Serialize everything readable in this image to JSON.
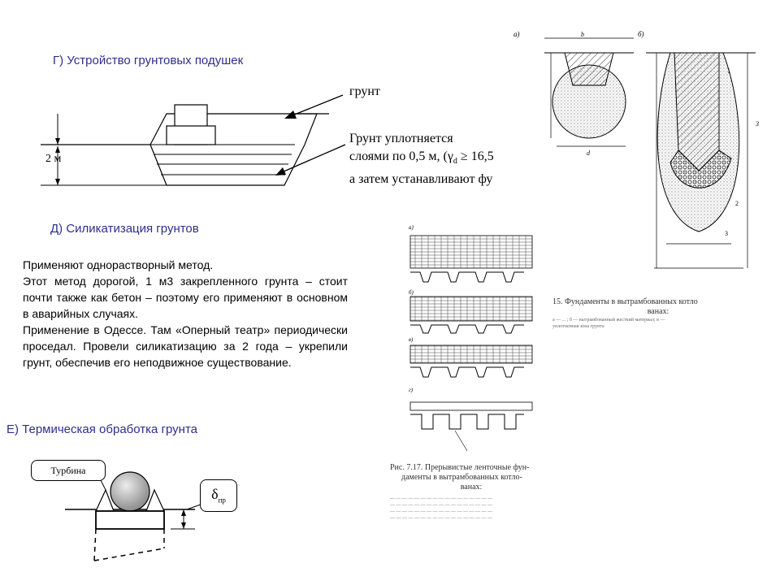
{
  "section_g": {
    "title": "Г) Устройство грунтовых подушек",
    "label_soil": "грунт",
    "dimension": "2 м",
    "note_line1": "Грунт уплотняется",
    "note_line2_prefix": "слоями по 0,5 м, (",
    "note_gamma": "γ",
    "note_gamma_sub": "d",
    "note_line2_suffix": " 16,5",
    "note_line3": "а затем устанавливают фу"
  },
  "section_d": {
    "title": "Д) Силикатизация грунтов",
    "paragraph1": "Применяют однорастворный метод.",
    "paragraph2": "Этот метод дорогой, 1 м3 закрепленного грунта – стоит почти также как бетон – поэтому его применяют в основном в аварийных случаях.",
    "paragraph3": "Применение в Одессе. Там «Оперный театр» периодически проседал. Провели силикатизацию за 2 года – укрепили грунт, обеспечив его неподвижное существование."
  },
  "section_e": {
    "title": "Е) Термическая обработка грунта",
    "turbine_label": "Турбина",
    "delta_symbol": "δ",
    "delta_sub": "пр"
  },
  "figure_right": {
    "caption_line1": "15. Фундаменты в вытрамбованных котло",
    "caption_line2": "ванах:",
    "caption_small1": "а — ... ; б — вытрамбованный жесткий материал; в —",
    "caption_small2": "уплотненная зона грунта"
  },
  "figure_middle": {
    "caption_line1": "Рис. 7.17. Прерывистые ленточные фун-",
    "caption_line2": "даменты в вытрамбованных котло-",
    "caption_line3": "ванах:"
  }
}
